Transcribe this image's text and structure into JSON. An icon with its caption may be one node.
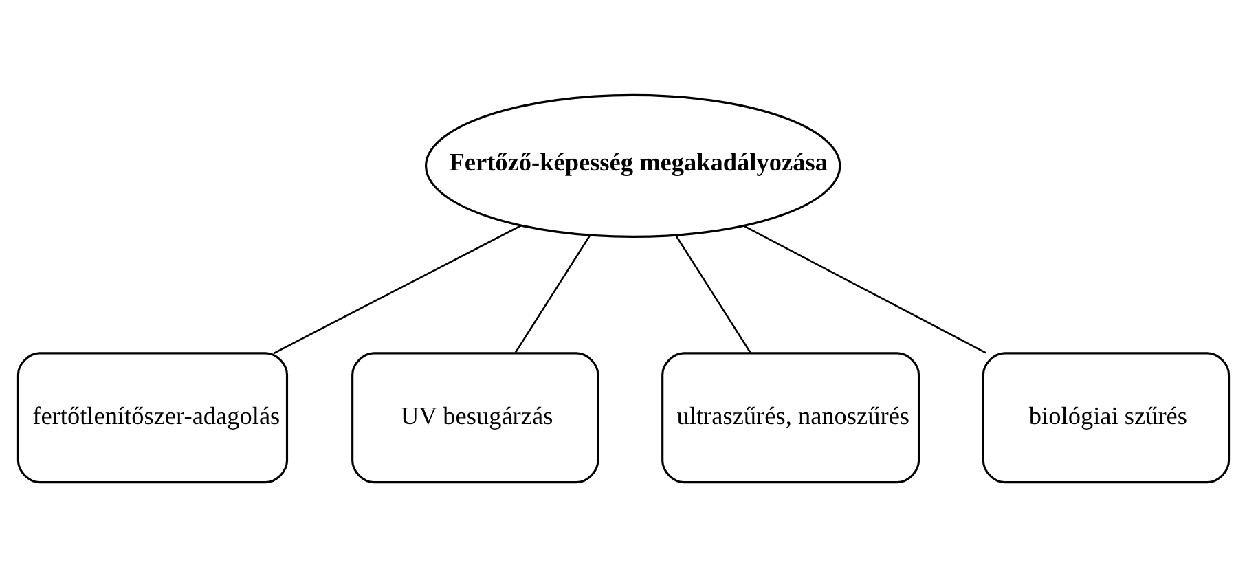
{
  "diagram": {
    "nodes": [
      {
        "text": [
          "Fertőző-képesség megakadályozása"
        ]
      },
      {
        "text": [
          "fertőtlenítőszer-adagolás"
        ]
      },
      {
        "text": [
          "UV besugárzás"
        ]
      },
      {
        "text": [
          "ultraszűrés, nanoszűrés"
        ]
      },
      {
        "text": [
          "biológiai szűrés"
        ]
      }
    ],
    "edges": [
      {
        "from": 0,
        "to": 1,
        "arrow": "none"
      },
      {
        "from": 0,
        "to": 2,
        "arrow": "none"
      },
      {
        "from": 0,
        "to": 3,
        "arrow": "none"
      },
      {
        "from": 0,
        "to": 4,
        "arrow": "none"
      }
    ]
  }
}
